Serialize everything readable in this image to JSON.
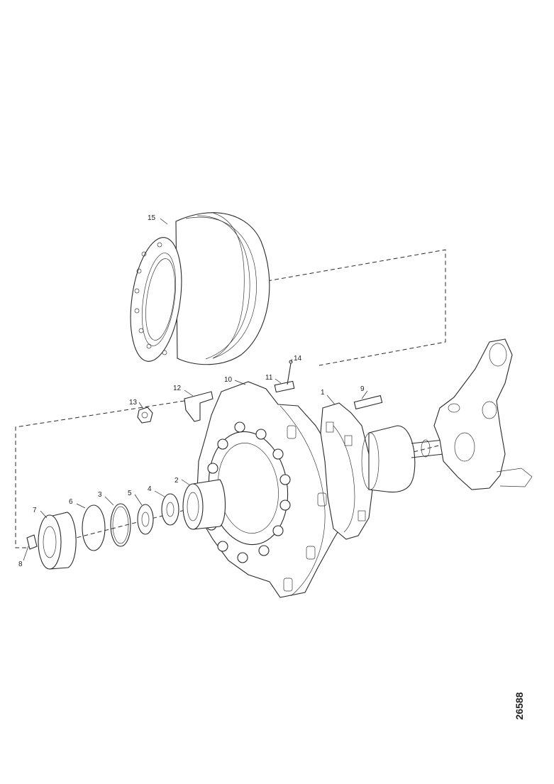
{
  "diagram": {
    "callouts": [
      "1",
      "2",
      "3",
      "4",
      "5",
      "6",
      "7",
      "8",
      "9",
      "10",
      "11",
      "12",
      "13",
      "14",
      "15"
    ],
    "figure_id": "26588"
  }
}
